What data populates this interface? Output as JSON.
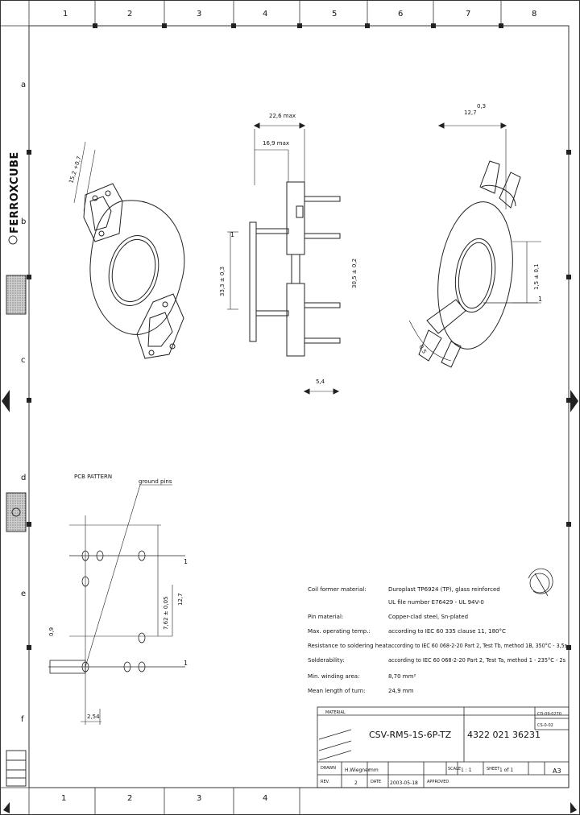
{
  "frame": {
    "columns": [
      "1",
      "2",
      "3",
      "4",
      "5",
      "6",
      "7",
      "8"
    ],
    "rows": [
      "a",
      "b",
      "c",
      "d",
      "e",
      "f"
    ]
  },
  "brand": "FERROXCUBE",
  "drawing": {
    "dim_overall_width": "22,6 max",
    "dim_body_width": "16,9 max",
    "dim_top_right": "12,7",
    "dim_top_right_tol": "0,3",
    "dim_left_angle": "15,2 +0,7",
    "dim_center_left": "33,3 ± 0,3",
    "dim_center_mid": "30,5 ± 0,2",
    "dim_right_height": "1,5 ± 0,1",
    "dim_pin_len": "5,4",
    "dim_right_angle": "0,5",
    "marker_1": "1"
  },
  "pcb": {
    "title": "PCB PATTERN",
    "ground_label": "ground pins",
    "pitch_label": "2,54",
    "vert_dim_a": "7,62 ± 0,05",
    "vert_dim_b": "12,7",
    "hole_dim": "0,9",
    "marker_1": "1",
    "marker_j": "1"
  },
  "specs": [
    {
      "label": "Coil former material:",
      "value": "Duroplast TP6924 (TP), glass reinforced"
    },
    {
      "label": "",
      "value": "UL file number E76429 - UL 94V-0"
    },
    {
      "label": "Pin material:",
      "value": "Copper-clad steel, Sn-plated"
    },
    {
      "label": "Max. operating temp.:",
      "value": "according to IEC 60 335 clause 11, 180°C"
    },
    {
      "label": "Resistance to soldering heat:",
      "value": "according to IEC 60 068-2-20 Part 2, Test Tb, method 1B, 350°C - 3,5s"
    },
    {
      "label": "Solderability:",
      "value": "according to IEC 60 068-2-20 Part 2, Test Ta, method 1 - 235°C - 2s"
    },
    {
      "label": "Min. winding area:",
      "value": "8,70 mm²"
    },
    {
      "label": "Mean length of turn:",
      "value": "24,9 mm"
    }
  ],
  "titleblock": {
    "material_label": "MATERIAL",
    "part_name": "CSV-RM5-1S-6P-TZ",
    "part_number": "4322 021 36231",
    "meas_unit": "mm",
    "scale_label": "SCALE",
    "scale_value": "1 : 1",
    "sheet_label": "SHEET",
    "sheet_value": "1 of 1",
    "size": "A3",
    "drawn_label": "DRAWN",
    "drawn_value": "H.Wiegner",
    "date_label": "DATE",
    "date_value": "2003-05-18",
    "rev_label": "REV.",
    "rev_value": "2",
    "status_label": "APPROVED",
    "code_a": "CD-09-0270",
    "code_b": "CS-0-02"
  }
}
